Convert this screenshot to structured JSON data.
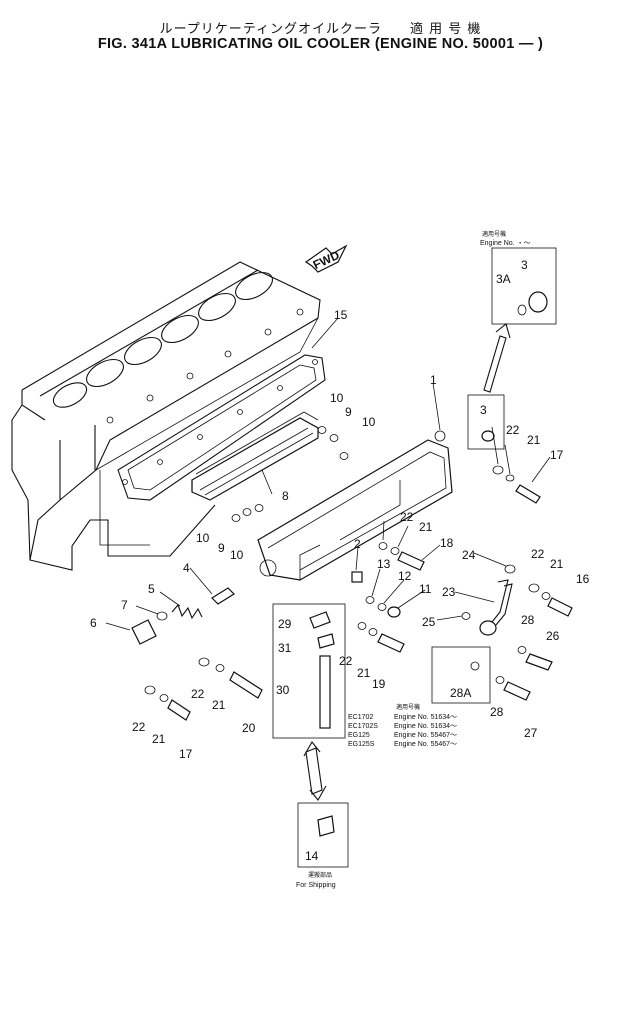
{
  "title": {
    "japanese": "ループリケーティングオイルクーラ　　適 用 号 機",
    "english": "FIG. 341A  LUBRICATING OIL COOLER (ENGINE NO. 50001 — )"
  },
  "fwd_label": "FWD",
  "callouts": {
    "c1": "1",
    "c2": "2",
    "c3": "3",
    "c3b": "3",
    "c3a": "3A",
    "c4": "4",
    "c5": "5",
    "c6": "6",
    "c7": "7",
    "c8": "8",
    "c9a": "9",
    "c9b": "9",
    "c10a": "10",
    "c10b": "10",
    "c10c": "10",
    "c10d": "10",
    "c11": "11",
    "c12": "12",
    "c13": "13",
    "c14": "14",
    "c15": "15",
    "c16": "16",
    "c17a": "17",
    "c17b": "17",
    "c18": "18",
    "c19": "19",
    "c20": "20",
    "c21a": "21",
    "c21b": "21",
    "c21c": "21",
    "c21d": "21",
    "c21e": "21",
    "c21f": "21",
    "c22a": "22",
    "c22b": "22",
    "c22c": "22",
    "c22d": "22",
    "c22e": "22",
    "c22f": "22",
    "c23": "23",
    "c24": "24",
    "c25": "25",
    "c26": "26",
    "c27": "27",
    "c28a": "28",
    "c28b": "28",
    "c28A": "28A",
    "c29": "29",
    "c30": "30",
    "c31": "31"
  },
  "applicability_top": {
    "jp": "適用号機",
    "en": "Engine  No.  ・～"
  },
  "applicability_table": [
    {
      "model": "EC1702",
      "text": "Engine  No.  51634～"
    },
    {
      "model": "EC1702S",
      "text": "Engine  No.  51634～"
    },
    {
      "model": "EG125",
      "text": "Engine  No.  55467～"
    },
    {
      "model": "EG125S",
      "text": "Engine  No.  55467～"
    }
  ],
  "applicability_table_jp": "適用号機",
  "shipping": {
    "jp": "運搬部品",
    "en": "For  Shipping"
  }
}
